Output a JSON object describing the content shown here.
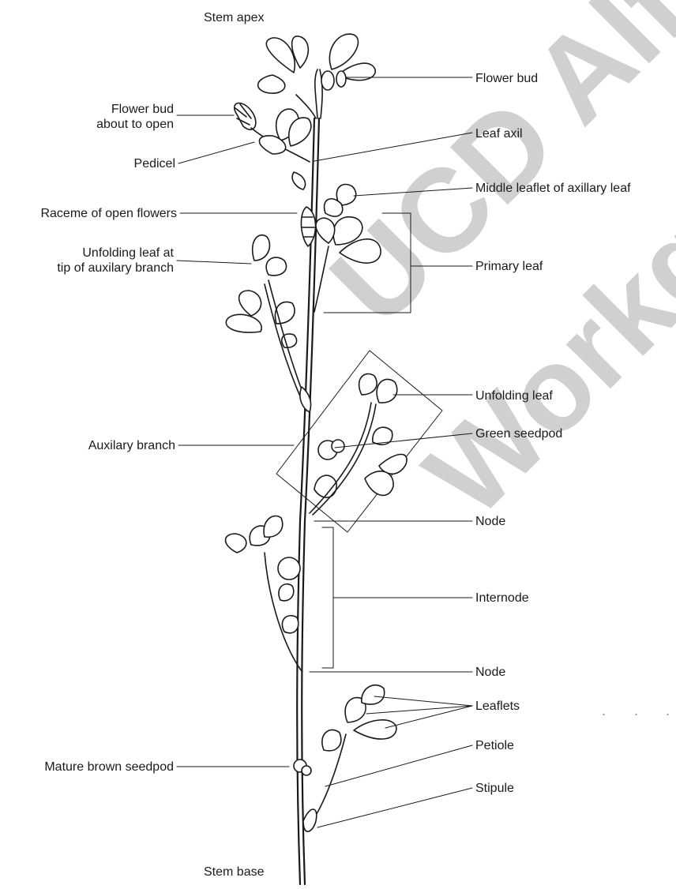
{
  "watermark": {
    "line1": "UCD Alfalfa",
    "line2": "Workgroup"
  },
  "labels": {
    "stem_apex": "Stem apex",
    "flower_bud": "Flower bud",
    "flower_bud_open_1": "Flower bud",
    "flower_bud_open_2": "about to open",
    "leaf_axil": "Leaf axil",
    "pedicel": "Pedicel",
    "middle_leaflet": "Middle leaflet of axillary leaf",
    "raceme": "Raceme of open flowers",
    "unfolding_tip_1": "Unfolding leaf at",
    "unfolding_tip_2": "tip of auxilary branch",
    "primary_leaf": "Primary leaf",
    "unfolding_leaf": "Unfolding leaf",
    "green_seedpod": "Green seedpod",
    "auxilary_branch": "Auxilary branch",
    "node_upper": "Node",
    "internode": "Internode",
    "node_lower": "Node",
    "leaflets": "Leaflets",
    "petiole": "Petiole",
    "mature_seedpod": "Mature brown seedpod",
    "stipule": "Stipule",
    "stem_base": "Stem base"
  },
  "colors": {
    "ink": "#1a1a1a",
    "watermark": "#c3c3c3"
  }
}
